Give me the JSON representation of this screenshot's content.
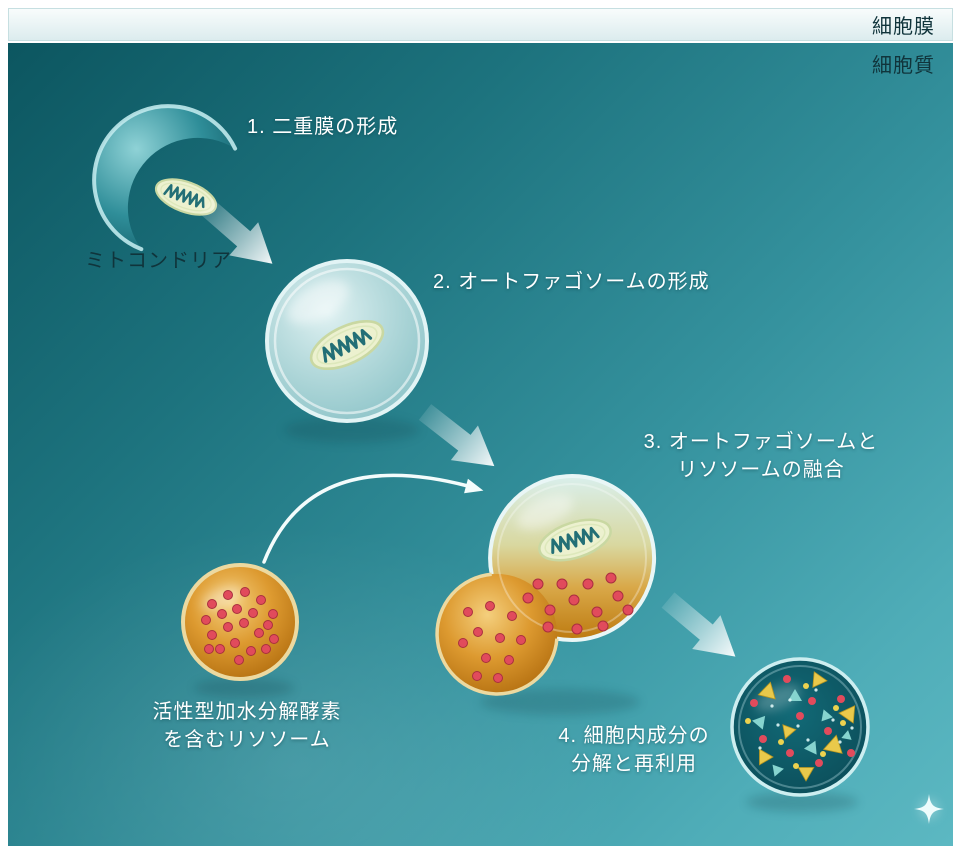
{
  "diagram": {
    "title_implied": "オートファジーの過程",
    "region_labels": {
      "cell_membrane": "細胞膜",
      "cytoplasm": "細胞質"
    },
    "steps": {
      "step1": {
        "label": "1. 二重膜の形成"
      },
      "step2": {
        "label": "2. オートファゴソームの形成"
      },
      "step3": {
        "line1": "3. オートファゴソームと",
        "line2": "リソソームの融合"
      },
      "step4": {
        "line1": "4. 細胞内成分の",
        "line2": "分解と再利用"
      }
    },
    "organelles": {
      "mitochondria": "ミトコンドリア",
      "lysosome_line1": "活性型加水分解酵素",
      "lysosome_line2": "を含むリソソーム"
    },
    "colors": {
      "background_dark_teal": "#0c5660",
      "background_light_teal": "#5cb8c2",
      "membrane_band": "#e9f4f4",
      "lysosome_orange": "#c8831f",
      "lysosome_ring_cream": "#ecd9a0",
      "enzyme_dot_red": "#e14b5c",
      "mitochondrion_body": "#ecf1cf",
      "mitochondrion_cristae": "#236f76",
      "debris_yellow": "#e9c94b",
      "debris_teal": "#86d4cf",
      "label_light": "#ffffff",
      "label_dark": "#10343b"
    }
  }
}
